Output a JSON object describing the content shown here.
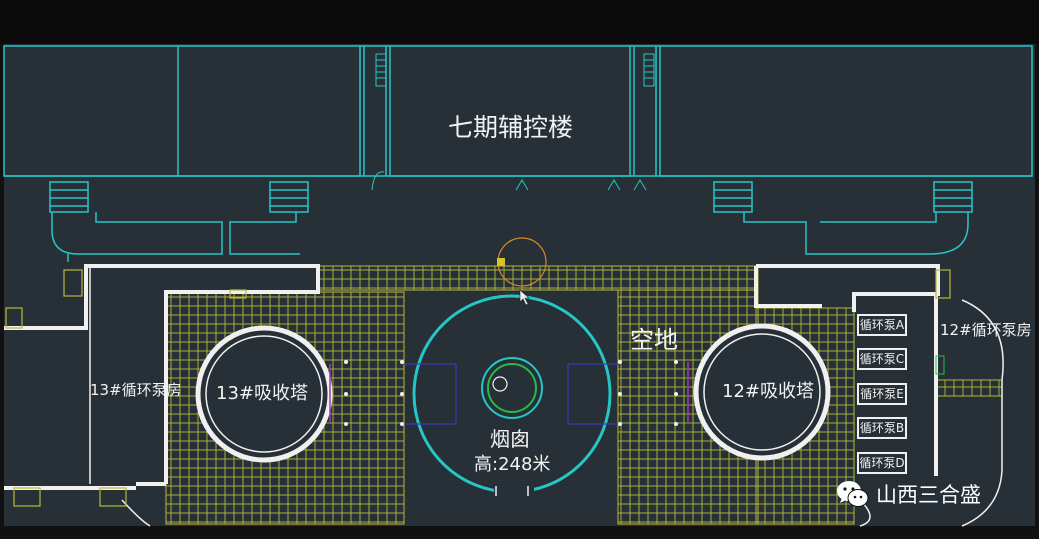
{
  "drawing": {
    "building_title": "七期辅控楼",
    "open_space": "空地",
    "chimney_label": "烟囱",
    "chimney_height": "高:248米",
    "tower_13": "13#吸收塔",
    "tower_12": "12#吸收塔",
    "pump_room_13": "13#循环泵房",
    "pump_room_12": "12#循环泵房",
    "pumps": [
      "循环泵A",
      "循环泵C",
      "循环泵E",
      "循环泵B",
      "循环泵D"
    ]
  },
  "watermark": {
    "text": "山西三合盛",
    "icon": "wechat-icon"
  },
  "colors": {
    "background": "#273036",
    "cyan": "#26c6c6",
    "yellow": "#b8b83a",
    "white": "#f0f0f0",
    "orange": "#d68a28"
  }
}
